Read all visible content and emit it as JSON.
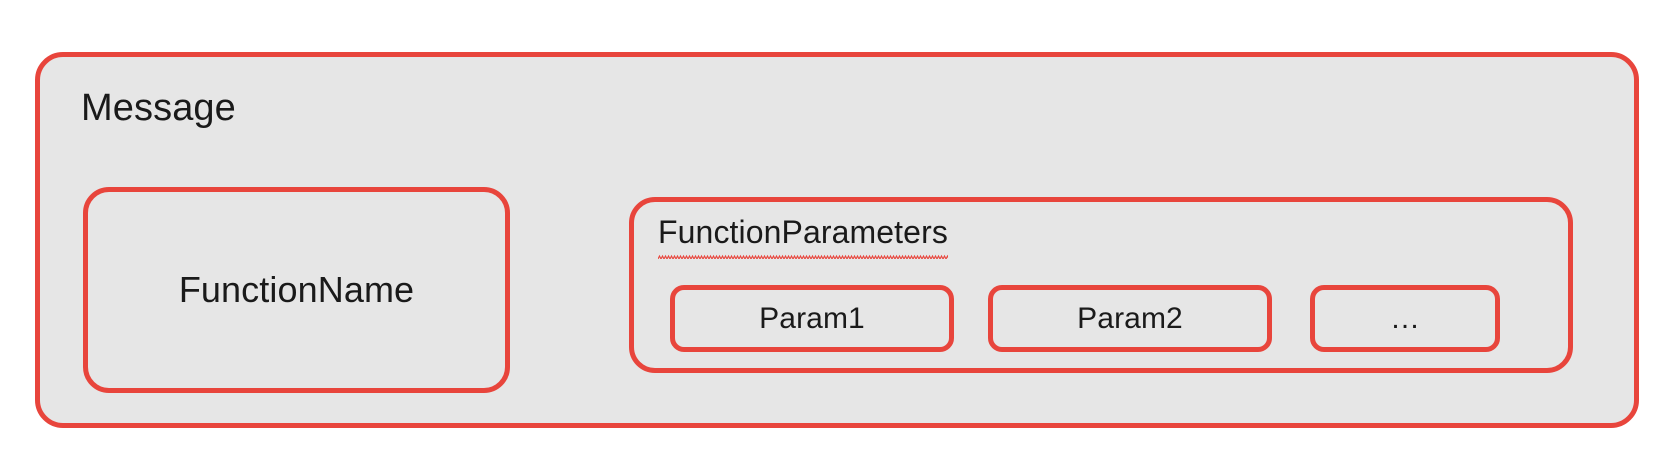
{
  "diagram": {
    "title": "Message",
    "colors": {
      "accent": "#e8453c",
      "box_fill": "#e6e6e6",
      "text": "#1a1a1a",
      "page_background": "#ffffff",
      "spellcheck_underline": "#e8453c"
    },
    "message_box": {
      "label": "Message",
      "children": {
        "function_name": {
          "label": "FunctionName"
        },
        "function_parameters": {
          "label": "FunctionParameters",
          "spellcheck_underline": true,
          "params": [
            {
              "label": "Param1",
              "width": "wide"
            },
            {
              "label": "Param2",
              "width": "wide"
            },
            {
              "label": "…",
              "width": "narrow"
            }
          ]
        }
      }
    }
  }
}
